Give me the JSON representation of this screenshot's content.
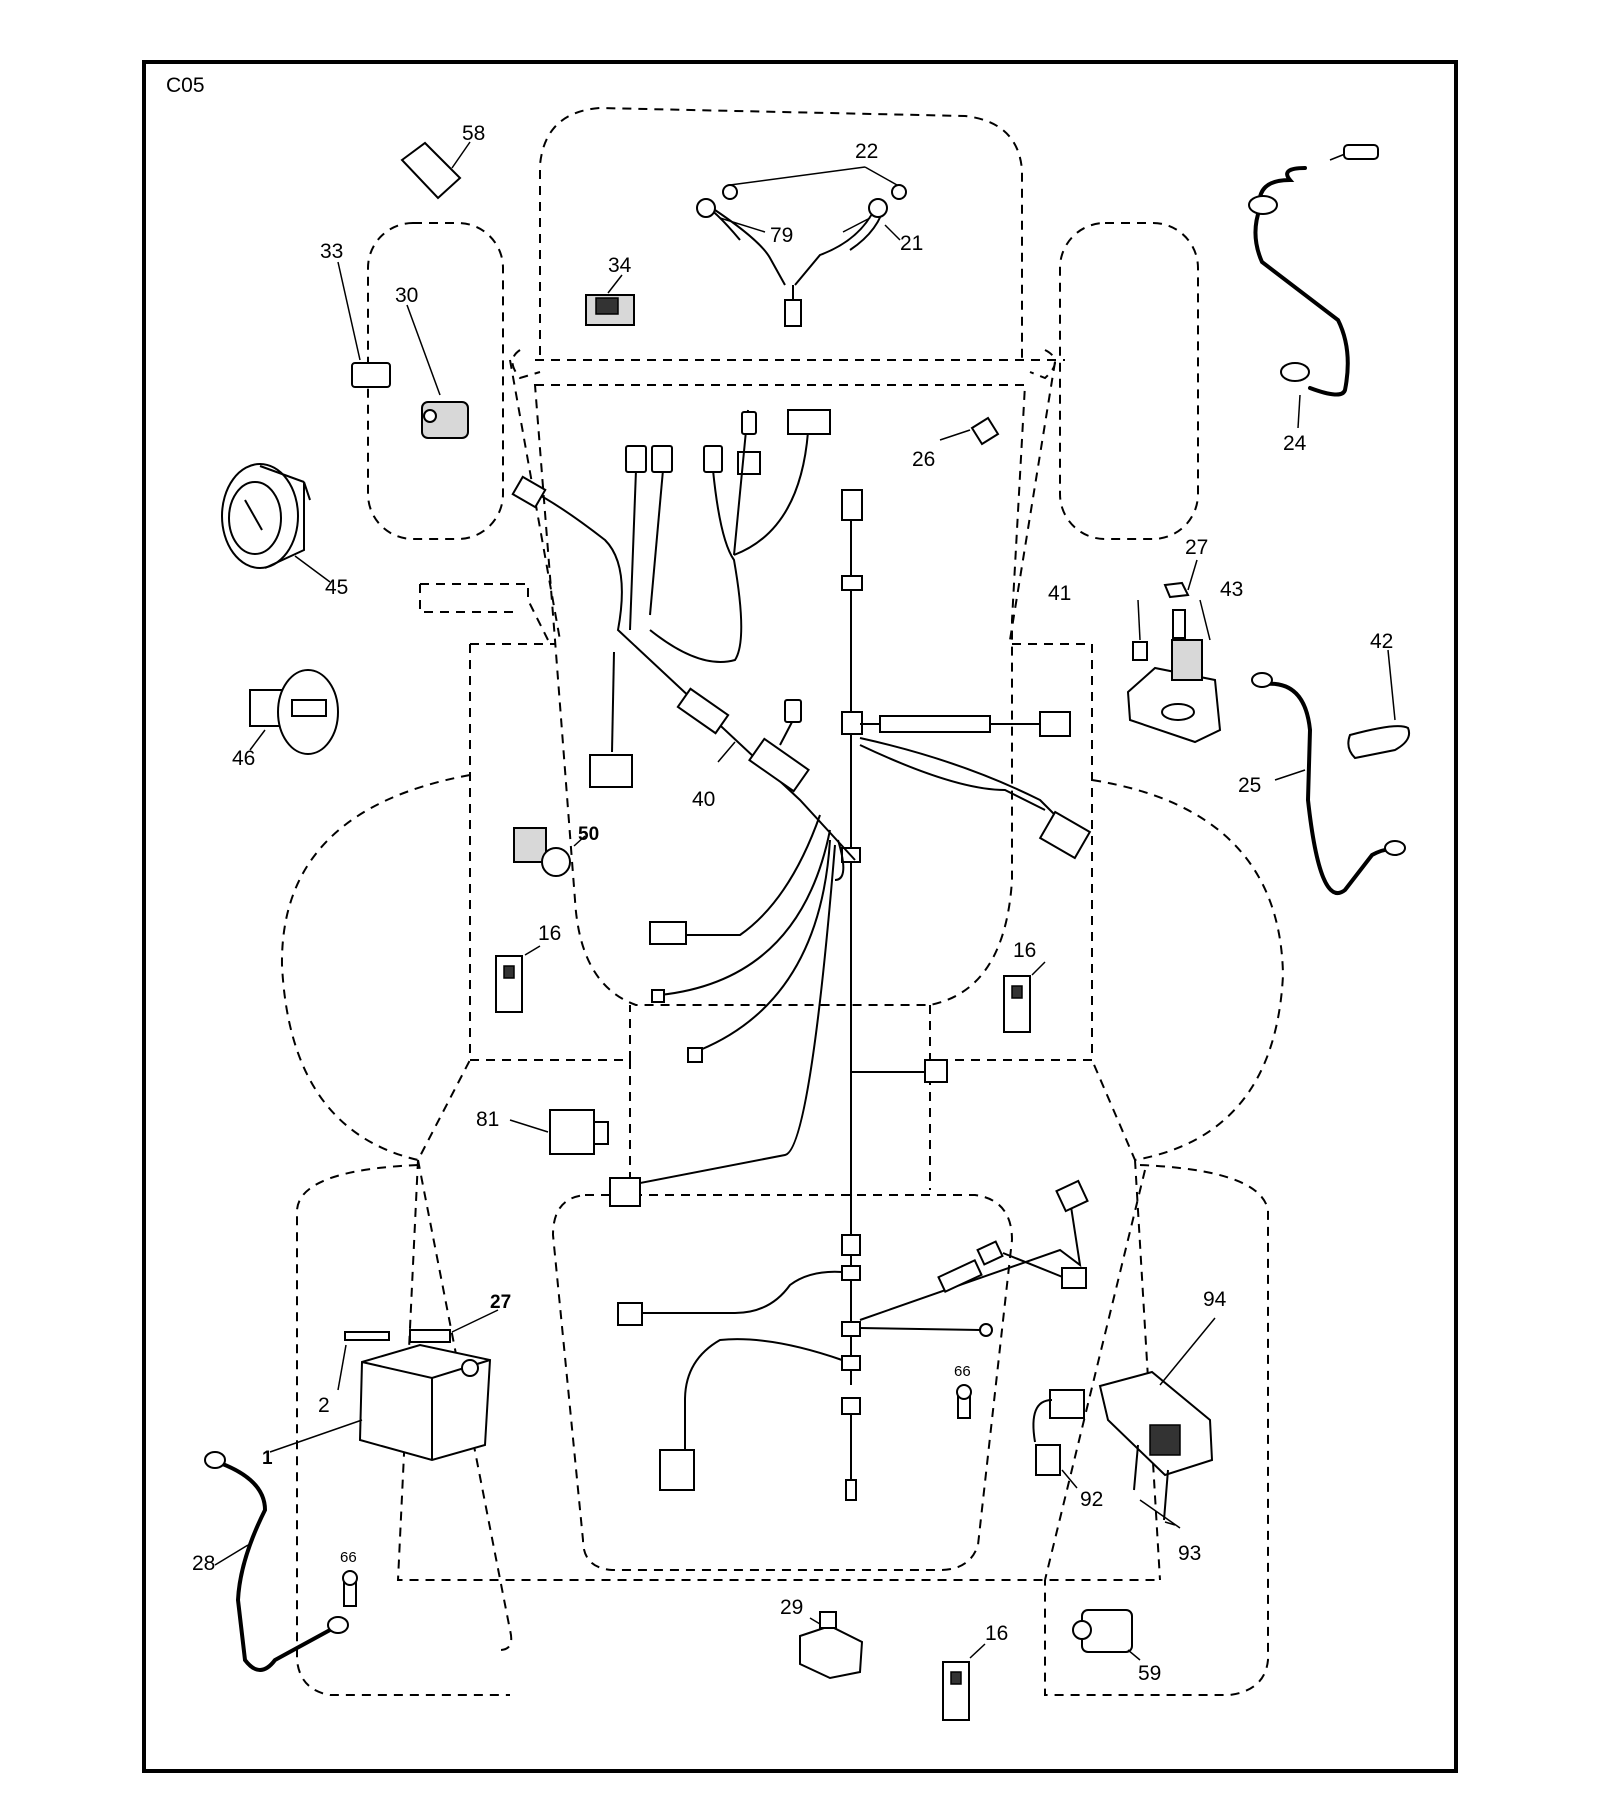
{
  "diagram_code": "C05",
  "callouts": {
    "c58": "58",
    "c22": "22",
    "c79": "79",
    "c21": "21",
    "c33": "33",
    "c30": "30",
    "c34": "34",
    "c24": "24",
    "c26": "26",
    "c45": "45",
    "c27_top": "27",
    "c41": "41",
    "c43": "43",
    "c42": "42",
    "c25": "25",
    "c46": "46",
    "c40": "40",
    "c50": "50",
    "c16_left": "16",
    "c16_right": "16",
    "c81": "81",
    "c94": "94",
    "c27_battery": "27",
    "c2": "2",
    "c1": "1",
    "c66_center": "66",
    "c92": "92",
    "c93": "93",
    "c28": "28",
    "c66_left": "66",
    "c29": "29",
    "c16_bottom": "16",
    "c59": "59"
  }
}
